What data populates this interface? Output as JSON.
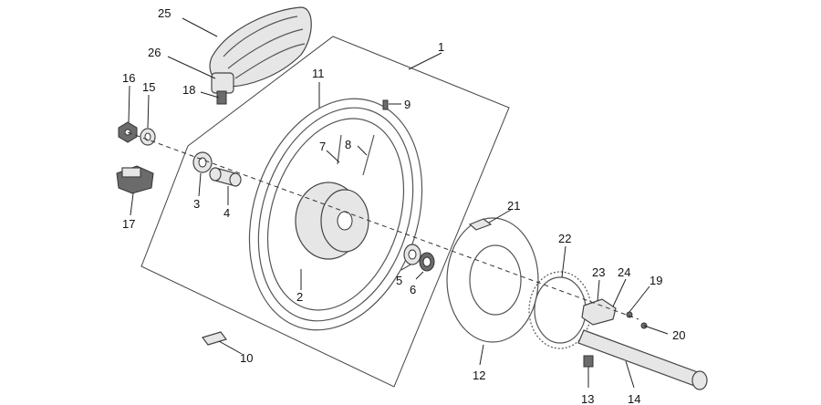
{
  "diagram": {
    "type": "exploded-parts-view",
    "callouts": [
      {
        "id": "c1",
        "text": "1"
      },
      {
        "id": "c2",
        "text": "2"
      },
      {
        "id": "c3",
        "text": "3"
      },
      {
        "id": "c4",
        "text": "4"
      },
      {
        "id": "c5",
        "text": "5"
      },
      {
        "id": "c6",
        "text": "6"
      },
      {
        "id": "c7",
        "text": "7"
      },
      {
        "id": "c8",
        "text": "8"
      },
      {
        "id": "c9",
        "text": "9"
      },
      {
        "id": "c10",
        "text": "10"
      },
      {
        "id": "c11",
        "text": "11"
      },
      {
        "id": "c12",
        "text": "12"
      },
      {
        "id": "c13",
        "text": "13"
      },
      {
        "id": "c14",
        "text": "14"
      },
      {
        "id": "c15",
        "text": "15"
      },
      {
        "id": "c16",
        "text": "16"
      },
      {
        "id": "c17",
        "text": "17"
      },
      {
        "id": "c18",
        "text": "18"
      },
      {
        "id": "c19",
        "text": "19"
      },
      {
        "id": "c20",
        "text": "20"
      },
      {
        "id": "c21",
        "text": "21"
      },
      {
        "id": "c22",
        "text": "22"
      },
      {
        "id": "c23",
        "text": "23"
      },
      {
        "id": "c24",
        "text": "24"
      },
      {
        "id": "c25",
        "text": "25"
      },
      {
        "id": "c26",
        "text": "26"
      }
    ]
  }
}
